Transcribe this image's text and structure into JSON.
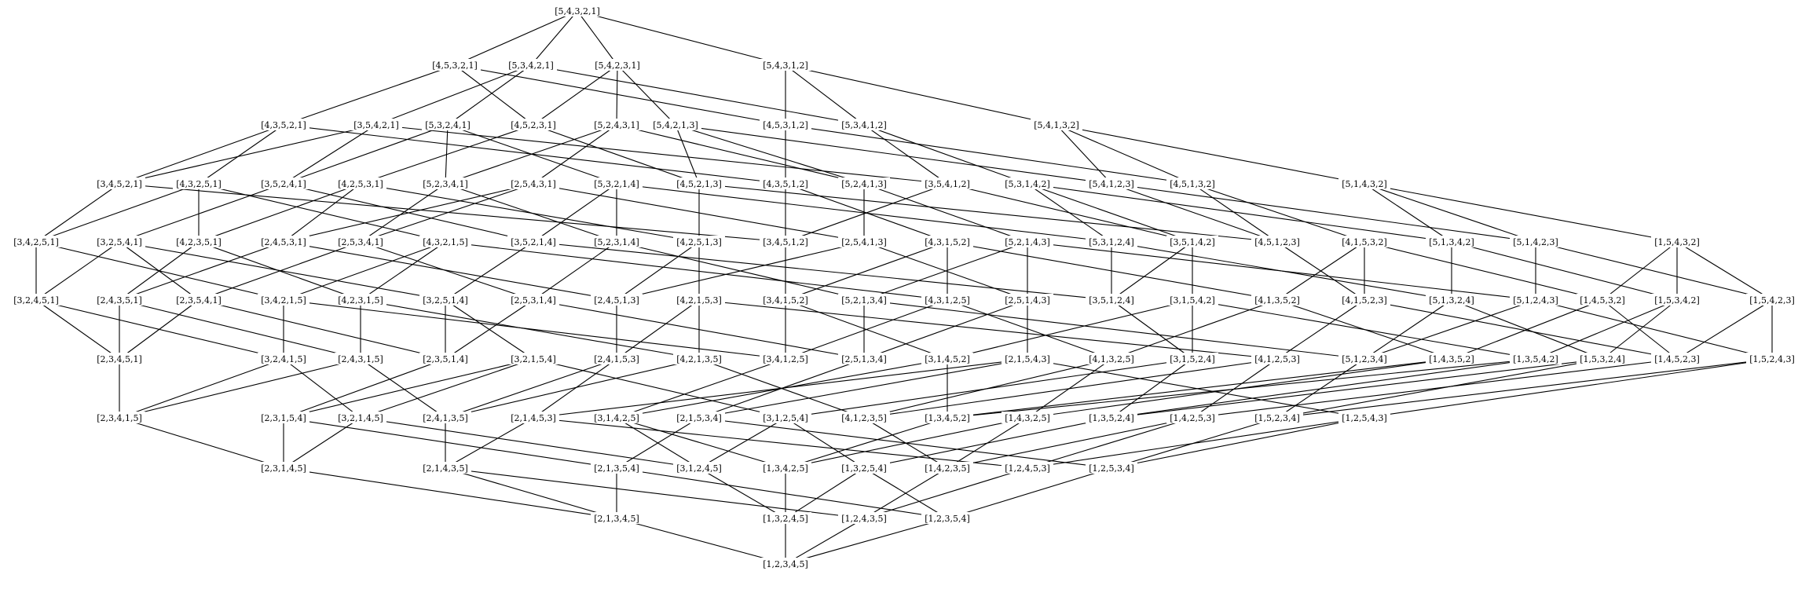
{
  "graph": {
    "line_color": "#000000",
    "background": "#ffffff",
    "nodes": [
      "[5,4,3,2,1]",
      "[4,5,3,2,1]",
      "[5,3,4,2,1]",
      "[5,4,2,3,1]",
      "[5,4,3,1,2]",
      "[4,3,5,2,1]",
      "[3,5,4,2,1]",
      "[5,3,2,4,1]",
      "[4,5,2,3,1]",
      "[5,2,4,3,1]",
      "[5,4,2,1,3]",
      "[4,5,3,1,2]",
      "[5,3,4,1,2]",
      "[5,4,1,3,2]",
      "[3,4,5,2,1]",
      "[4,3,2,5,1]",
      "[3,5,2,4,1]",
      "[4,2,5,3,1]",
      "[5,2,3,4,1]",
      "[2,5,4,3,1]",
      "[5,3,2,1,4]",
      "[4,5,2,1,3]",
      "[4,3,5,1,2]",
      "[5,2,4,1,3]",
      "[3,5,4,1,2]",
      "[5,3,1,4,2]",
      "[5,4,1,2,3]",
      "[4,5,1,3,2]",
      "[5,1,4,3,2]",
      "[3,4,2,5,1]",
      "[3,2,5,4,1]",
      "[4,2,3,5,1]",
      "[2,4,5,3,1]",
      "[2,5,3,4,1]",
      "[4,3,2,1,5]",
      "[3,5,2,1,4]",
      "[5,2,3,1,4]",
      "[4,2,5,1,3]",
      "[3,4,5,1,2]",
      "[2,5,4,1,3]",
      "[4,3,1,5,2]",
      "[5,2,1,4,3]",
      "[5,3,1,2,4]",
      "[3,5,1,4,2]",
      "[4,5,1,2,3]",
      "[4,1,5,3,2]",
      "[5,1,3,4,2]",
      "[5,1,4,2,3]",
      "[1,5,4,3,2]",
      "[3,2,4,5,1]",
      "[2,4,3,5,1]",
      "[2,3,5,4,1]",
      "[3,4,2,1,5]",
      "[4,2,3,1,5]",
      "[3,2,5,1,4]",
      "[2,5,3,1,4]",
      "[2,4,5,1,3]",
      "[4,2,1,5,3]",
      "[3,4,1,5,2]",
      "[5,2,1,3,4]",
      "[4,3,1,2,5]",
      "[2,5,1,4,3]",
      "[3,5,1,2,4]",
      "[3,1,5,4,2]",
      "[4,1,3,5,2]",
      "[4,1,5,2,3]",
      "[5,1,3,2,4]",
      "[5,1,2,4,3]",
      "[1,4,5,3,2]",
      "[1,5,3,4,2]",
      "[1,5,4,2,3]",
      "[2,3,4,5,1]",
      "[3,2,4,1,5]",
      "[2,4,3,1,5]",
      "[2,3,5,1,4]",
      "[3,2,1,5,4]",
      "[2,4,1,5,3]",
      "[4,2,1,3,5]",
      "[3,4,1,2,5]",
      "[2,5,1,3,4]",
      "[3,1,4,5,2]",
      "[2,1,5,4,3]",
      "[4,1,3,2,5]",
      "[3,1,5,2,4]",
      "[4,1,2,5,3]",
      "[5,1,2,3,4]",
      "[1,4,3,5,2]",
      "[1,3,5,4,2]",
      "[1,5,3,2,4]",
      "[1,4,5,2,3]",
      "[1,5,2,4,3]",
      "[2,3,4,1,5]",
      "[2,3,1,5,4]",
      "[3,2,1,4,5]",
      "[2,4,1,3,5]",
      "[2,1,4,5,3]",
      "[3,1,4,2,5]",
      "[2,1,5,3,4]",
      "[3,1,2,5,4]",
      "[4,1,2,3,5]",
      "[1,3,4,5,2]",
      "[1,4,3,2,5]",
      "[1,3,5,2,4]",
      "[1,4,2,5,3]",
      "[1,5,2,3,4]",
      "[1,2,5,4,3]",
      "[2,3,1,4,5]",
      "[2,1,4,3,5]",
      "[2,1,3,5,4]",
      "[3,1,2,4,5]",
      "[1,3,4,2,5]",
      "[1,3,2,5,4]",
      "[1,4,2,3,5]",
      "[1,2,4,5,3]",
      "[1,2,5,3,4]",
      "[2,1,3,4,5]",
      "[1,3,2,4,5]",
      "[1,2,4,3,5]",
      "[1,2,3,5,4]",
      "[1,2,3,4,5]"
    ]
  }
}
